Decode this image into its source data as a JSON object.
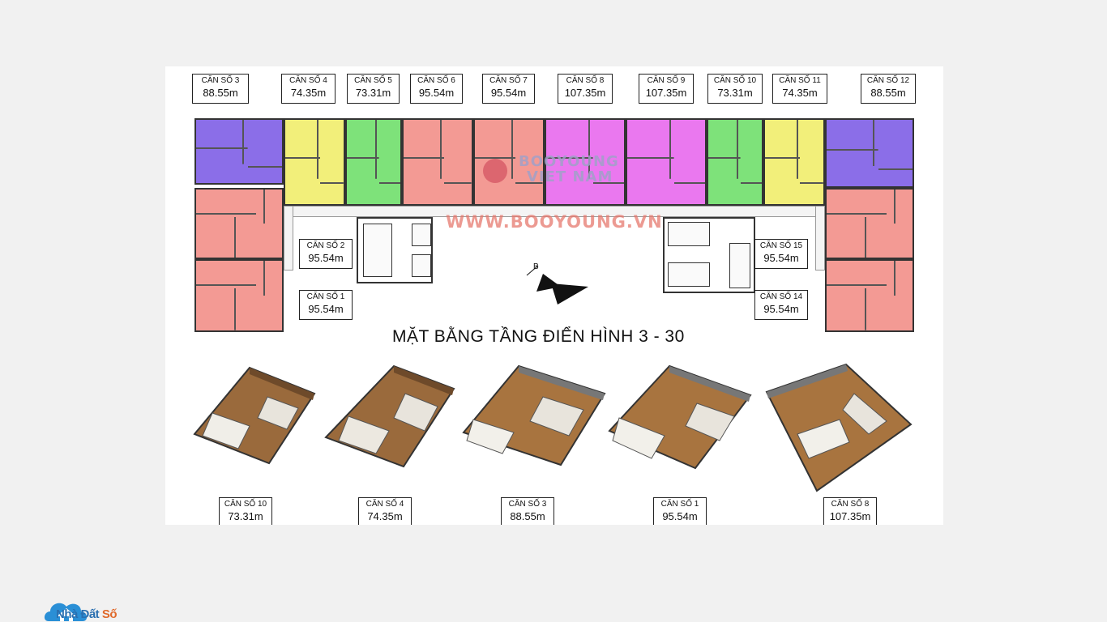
{
  "plan": {
    "title": "MẶT BẰNG TẦNG ĐIỂN HÌNH 3 - 30",
    "watermark": {
      "brand_line1": "BOOYOUNG",
      "brand_line2": "VIET NAM",
      "url": "WWW.BOOYOUNG.VN"
    },
    "compass": "B",
    "units": [
      {
        "name": "CĂN SỐ 3",
        "area": "88.55m",
        "color": "#8b6ee8"
      },
      {
        "name": "CĂN SỐ 4",
        "area": "74.35m",
        "color": "#f2ef7a"
      },
      {
        "name": "CĂN SỐ 5",
        "area": "73.31m",
        "color": "#7ee27a"
      },
      {
        "name": "CĂN SỐ 6",
        "area": "95.54m",
        "color": "#f39a94"
      },
      {
        "name": "CĂN SỐ 7",
        "area": "95.54m",
        "color": "#f39a94"
      },
      {
        "name": "CĂN SỐ 8",
        "area": "107.35m",
        "color": "#ea78ef"
      },
      {
        "name": "CĂN SỐ 9",
        "area": "107.35m",
        "color": "#ea78ef"
      },
      {
        "name": "CĂN SỐ 10",
        "area": "73.31m",
        "color": "#7ee27a"
      },
      {
        "name": "CĂN SỐ 11",
        "area": "74.35m",
        "color": "#f2ef7a"
      },
      {
        "name": "CĂN SỐ 12",
        "area": "88.55m",
        "color": "#8b6ee8"
      },
      {
        "name": "CĂN SỐ 2",
        "area": "95.54m",
        "color": "#f39a94"
      },
      {
        "name": "CĂN SỐ 1",
        "area": "95.54m",
        "color": "#f39a94"
      },
      {
        "name": "CĂN SỐ 15",
        "area": "95.54m",
        "color": "#f39a94"
      },
      {
        "name": "CĂN SỐ 14",
        "area": "95.54m",
        "color": "#f39a94"
      }
    ],
    "perspectives": [
      {
        "name": "CĂN SỐ 10",
        "area": "73.31m"
      },
      {
        "name": "CĂN SỐ 4",
        "area": "74.35m"
      },
      {
        "name": "CĂN SỐ 3",
        "area": "88.55m"
      },
      {
        "name": "CĂN SỐ 1",
        "area": "95.54m"
      },
      {
        "name": "CĂN SỐ 8",
        "area": "107.35m"
      }
    ]
  },
  "footer": {
    "logo_part1": "Nhà Đất",
    "logo_part2": "Số"
  }
}
